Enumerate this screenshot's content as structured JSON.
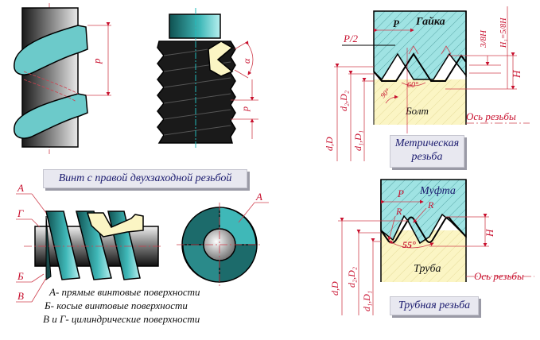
{
  "captions": {
    "double_start_screw": "Винт с правой двухзаходной резьбой",
    "metric_thread_line1": "Метрическая",
    "metric_thread_line2": "резьба",
    "pipe_thread": "Трубная резьба"
  },
  "helix_figure": {
    "pitch_label": "p"
  },
  "bolt_figure": {
    "angle_label": "α",
    "pitch_label": "p"
  },
  "metric_thread": {
    "nut_label": "Гайка",
    "bolt_label": "Болт",
    "pitch_label": "P",
    "half_pitch_label": "P/2",
    "angle_label": "60°",
    "right_angle_label": "90°",
    "dim_3_8H": "3/8H",
    "dim_H1": "H₁=5/8H",
    "dim_H": "H",
    "axis_label": "Ось резьбы",
    "dia_outer": "d,D",
    "dia_pitch": "d₂,D₂",
    "dia_inner": "d₁,D₁"
  },
  "pipe_thread": {
    "coupling_label": "Муфта",
    "pipe_label": "Труба",
    "pitch_label": "P",
    "radius_label_1": "R",
    "radius_label_2": "R",
    "angle_label": "55°",
    "dim_H": "H",
    "axis_label": "Ось резьбы",
    "dia_outer": "d,D",
    "dia_pitch": "d₂,D₂",
    "dia_inner": "d₁,D₁"
  },
  "screw_surfaces": {
    "markers": [
      "А",
      "Г",
      "Б",
      "В"
    ],
    "end_view_marker": "А",
    "legend": [
      "А- прямые винтовые поверхности",
      "Б- косые винтовые поверхности",
      "В и Г- цилиндрические поверхности"
    ]
  },
  "colors": {
    "teal": "#3fb8b8",
    "light_cyan": "#9fe3e3",
    "cream": "#fbf5c4",
    "red": "#c8102e",
    "navy": "#1a1a6e"
  }
}
